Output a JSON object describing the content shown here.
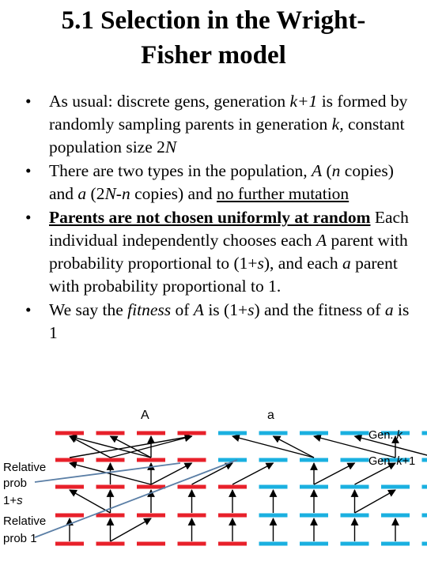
{
  "slide": {
    "title_line1": "5.1   Selection in the Wright-",
    "title_line2": "Fisher model",
    "bullets": [
      {
        "parts": [
          {
            "t": "As usual: discrete gens, generation "
          },
          {
            "t": "k+1",
            "i": true
          },
          {
            "t": " is formed by randomly sampling parents in generation "
          },
          {
            "t": "k,",
            "i": true
          },
          {
            "t": " constant population size 2"
          },
          {
            "t": "N",
            "i": true
          }
        ]
      },
      {
        "parts": [
          {
            "t": "There are two types in the population, "
          },
          {
            "t": "A",
            "i": true
          },
          {
            "t": " ("
          },
          {
            "t": "n",
            "i": true
          },
          {
            "t": " copies) and "
          },
          {
            "t": "a",
            "i": true
          },
          {
            "t": " (2"
          },
          {
            "t": "N-n",
            "i": true
          },
          {
            "t": " copies) and "
          },
          {
            "t": "no further mutation",
            "u": true
          }
        ]
      },
      {
        "parts": [
          {
            "t": "Parents are not chosen uniformly at random",
            "b": true,
            "u": true
          },
          {
            "t": " Each individual independently chooses each "
          },
          {
            "t": "A",
            "i": true
          },
          {
            "t": " parent with probability proportional to (1+"
          },
          {
            "t": "s",
            "i": true
          },
          {
            "t": "), and each "
          },
          {
            "t": "a",
            "i": true
          },
          {
            "t": " parent with probability proportional to 1."
          }
        ]
      },
      {
        "parts": [
          {
            "t": "We say the "
          },
          {
            "t": "fitness",
            "i": true
          },
          {
            "t": " of "
          },
          {
            "t": "A",
            "i": true
          },
          {
            "t": " is (1+"
          },
          {
            "t": "s",
            "i": true
          },
          {
            "t": ") and the fitness of "
          },
          {
            "t": "a",
            "i": true
          },
          {
            "t": " is 1"
          }
        ]
      }
    ]
  },
  "diagram": {
    "type_A_label": "A",
    "type_a_label": "a",
    "gen_k_prefix": "Gen. ",
    "gen_k_var": "k",
    "gen_k1_prefix": "Gen. ",
    "gen_k1_var": "k",
    "gen_k1_suffix": "+1",
    "rel_A_line1": "Relative",
    "rel_A_line2": "prob",
    "rel_A_line3_prefix": "1+",
    "rel_A_line3_var": "s",
    "rel_a_line1": "Relative",
    "rel_a_line2": "prob 1",
    "colors": {
      "type_A": "#e8202a",
      "type_a": "#1ab0e0",
      "arrows": "#000000",
      "pointer_lines": "#5b7fa6"
    },
    "generations": [
      [
        "A",
        "A",
        "A",
        "A",
        "a",
        "a",
        "a",
        "a",
        "a",
        "a"
      ],
      [
        "A",
        "A",
        "A",
        "A",
        "a",
        "a",
        "a",
        "a",
        "a",
        "a"
      ],
      [
        "A",
        "A",
        "A",
        "A",
        "A",
        "a",
        "a",
        "a",
        "a",
        "a"
      ],
      [
        "A",
        "A",
        "A",
        "A",
        "A",
        "a",
        "a",
        "a",
        "a",
        "a"
      ],
      [
        "A",
        "A",
        "A",
        "A",
        "A",
        "a",
        "a",
        "a",
        "a",
        "a"
      ]
    ],
    "parent_links": [
      [
        [
          1,
          0
        ],
        [
          2,
          0
        ],
        [
          2,
          1
        ],
        [
          2,
          2
        ],
        [
          0,
          3
        ],
        [
          1,
          3
        ],
        [
          6,
          4
        ],
        [
          6,
          5
        ],
        [
          8,
          6
        ],
        [
          9,
          7
        ],
        [
          8,
          8
        ],
        [
          9,
          9
        ]
      ],
      [
        [
          2,
          0
        ],
        [
          1,
          1
        ],
        [
          2,
          2
        ],
        [
          2,
          3
        ],
        [
          3,
          4
        ],
        [
          4,
          5
        ],
        [
          6,
          6
        ],
        [
          6,
          7
        ],
        [
          7,
          8
        ],
        [
          9,
          9
        ]
      ],
      [
        [
          1,
          0
        ],
        [
          1,
          1
        ],
        [
          2,
          2
        ],
        [
          3,
          3
        ],
        [
          4,
          4
        ],
        [
          5,
          5
        ],
        [
          6,
          6
        ],
        [
          7,
          7
        ],
        [
          7,
          8
        ],
        [
          9,
          9
        ]
      ],
      [
        [
          0,
          0
        ],
        [
          1,
          1
        ],
        [
          1,
          2
        ],
        [
          3,
          3
        ],
        [
          4,
          4
        ],
        [
          5,
          5
        ],
        [
          6,
          6
        ],
        [
          7,
          7
        ],
        [
          8,
          8
        ],
        [
          9,
          9
        ]
      ]
    ]
  }
}
